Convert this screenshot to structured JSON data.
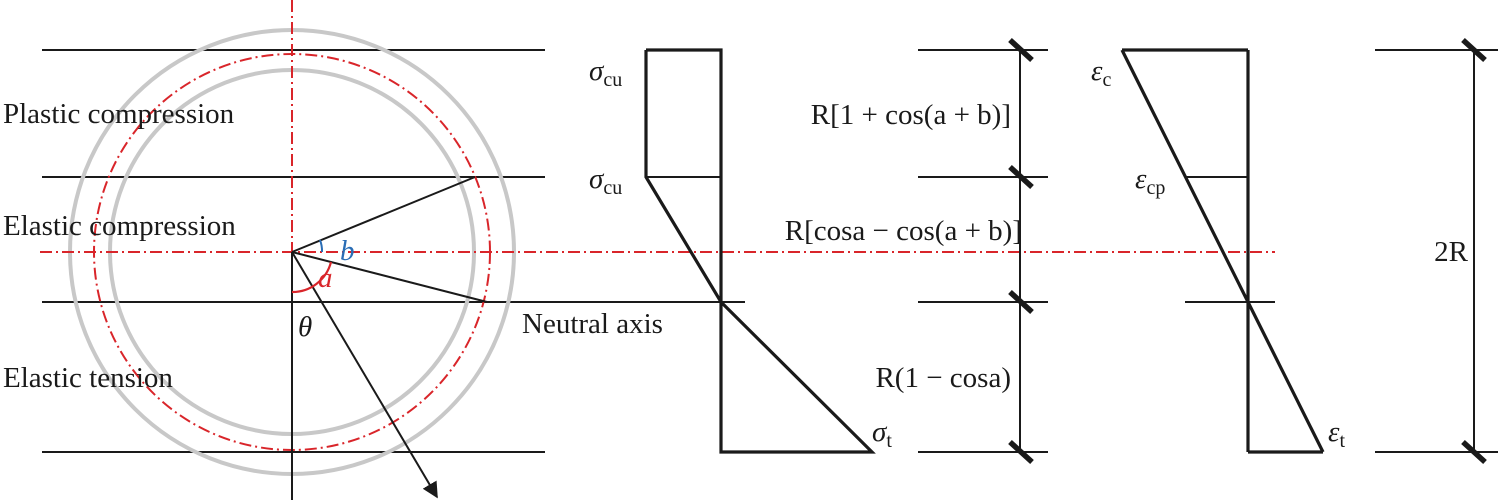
{
  "regions": {
    "plastic_compression": "Plastic compression",
    "elastic_compression": "Elastic compression",
    "elastic_tension": "Elastic tension"
  },
  "neutral_axis": "Neutral axis",
  "angles": {
    "a": "a",
    "b": "b",
    "theta": "θ"
  },
  "stress": {
    "sigma": "σ",
    "cu": "cu",
    "t": "t"
  },
  "strain": {
    "epsilon": "ε",
    "c": "c",
    "cp": "cp",
    "t": "t"
  },
  "dimensions": {
    "d1": "R[1 + cos(a + b)]",
    "d2": "R[cosa − cos(a + b)]",
    "d3": "R(1 − cosa)",
    "total": "2R"
  },
  "colors": {
    "section_ring": "#c8c8c8",
    "centroid_axes": "#d9252a",
    "angle_a": "#d9252a",
    "angle_b": "#2a6db5",
    "ink": "#1a1a1a"
  }
}
